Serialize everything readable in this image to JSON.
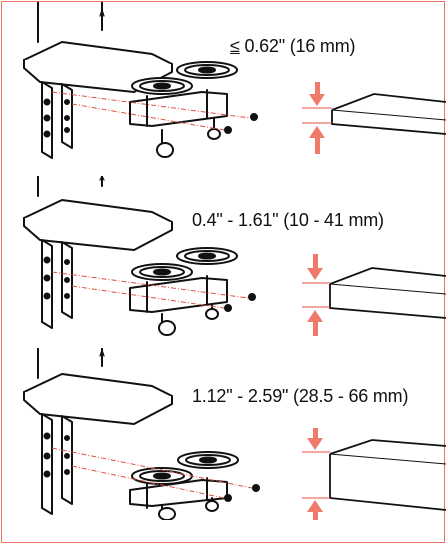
{
  "colors": {
    "border": "#e8735f",
    "arrow": "#f07a6a",
    "guide": "#e05040",
    "ink": "#111111"
  },
  "panels": [
    {
      "range_prefix": "≤",
      "range_text": " 0.62\" (16 mm)"
    },
    {
      "range_prefix": "",
      "range_text": "0.4\" - 1.61\" (10 - 41 mm)"
    },
    {
      "range_prefix": "",
      "range_text": "1.12\" - 2.59\" (28.5 - 66 mm)"
    }
  ]
}
